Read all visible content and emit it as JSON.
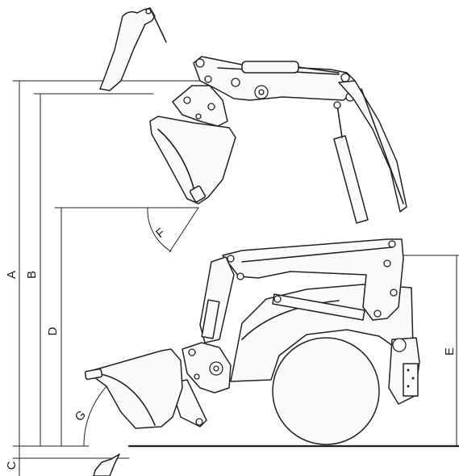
{
  "dimension_labels": {
    "a": "A",
    "b": "B",
    "c": "C",
    "d": "D",
    "e": "E",
    "f": "F",
    "g": "G"
  },
  "colors": {
    "line": "#222222",
    "background": "#ffffff"
  }
}
